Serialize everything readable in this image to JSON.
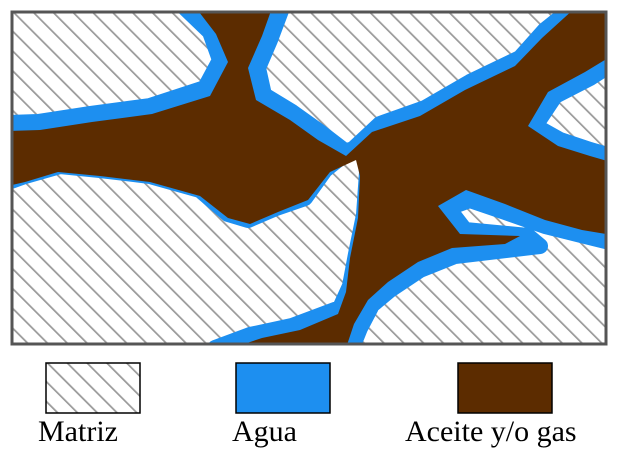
{
  "colors": {
    "matrix_background": "#ffffff",
    "matrix_hatch": "#9a9a9a",
    "water": "#1d8ff0",
    "oil_gas": "#5c2c00",
    "border": "#555555"
  },
  "icons": {
    "matrix_swatch": "hatched-box-icon",
    "water_swatch": "blue-box-icon",
    "oil_swatch": "brown-box-icon"
  },
  "legend": {
    "matrix_label": "Matriz",
    "water_label": "Agua",
    "oil_label": "Aceite y/o gas"
  }
}
